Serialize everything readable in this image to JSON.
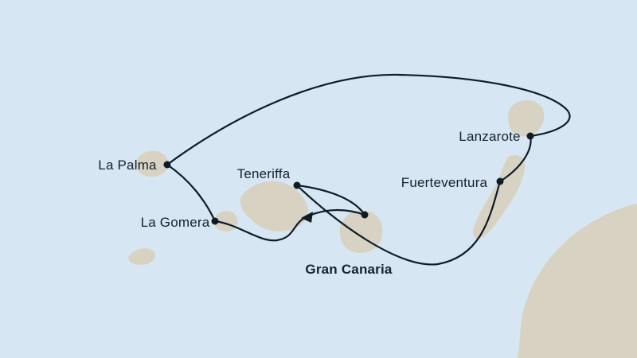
{
  "map": {
    "region": "Canary Islands cruise route map",
    "ports": [
      {
        "label": "La Palma",
        "emphasis": "normal"
      },
      {
        "label": "Teneriffa",
        "emphasis": "normal"
      },
      {
        "label": "Lanzarote",
        "emphasis": "normal"
      },
      {
        "label": "Fuerteventura",
        "emphasis": "normal"
      },
      {
        "label": "La Gomera",
        "emphasis": "normal"
      },
      {
        "label": "Gran Canaria",
        "emphasis": "bold"
      }
    ],
    "route": {
      "segments": [
        {
          "from": "Gran Canaria",
          "to": "La Gomera",
          "direction_arrow": true
        },
        {
          "from": "La Gomera",
          "to": "La Palma",
          "direction_arrow": false
        },
        {
          "from": "La Palma",
          "to": "Lanzarote",
          "direction_arrow": false
        },
        {
          "from": "Lanzarote",
          "to": "Fuerteventura",
          "direction_arrow": false
        },
        {
          "from": "Fuerteventura",
          "to": "Teneriffa",
          "direction_arrow": false
        },
        {
          "from": "Teneriffa",
          "to": "Gran Canaria",
          "direction_arrow": false
        }
      ]
    },
    "colors": {
      "sea": "#d6e6f2",
      "land": "#d8d2c3",
      "route": "#0e1c26",
      "label": "#16222c"
    }
  }
}
